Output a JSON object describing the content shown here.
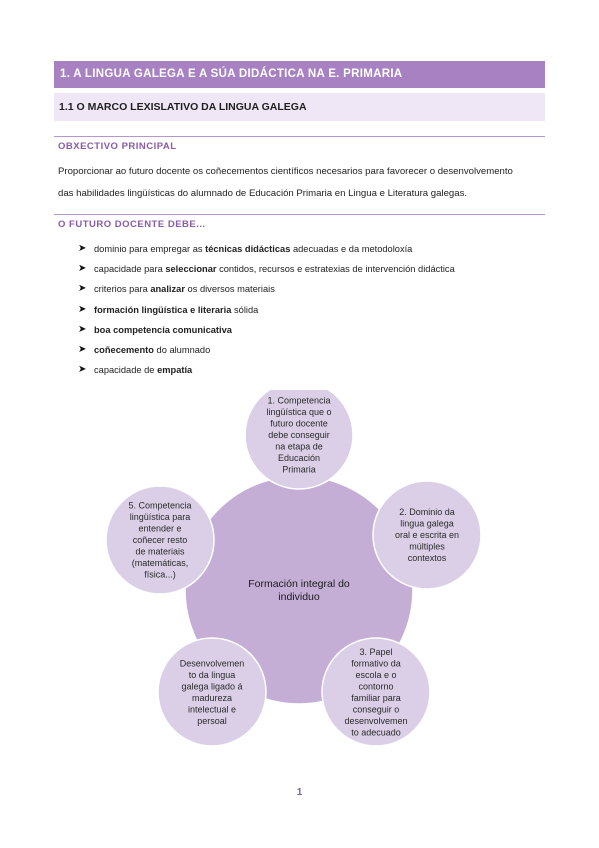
{
  "header": {
    "section_title": "1. A LINGUA GALEGA E A SÚA DIDÁCTICA NA E. PRIMARIA",
    "subsection_title": "1.1 O MARCO LEXISLATIVO DA LINGUA GALEGA"
  },
  "objective": {
    "label": "OBXECTIVO PRINCIPAL",
    "line1": "Proporcionar ao futuro docente os coñecementos científicos necesarios para favorecer o desenvolvemento",
    "line2": "das habilidades lingüísticas do alumnado de Educación Primaria en Lingua e Literatura galegas."
  },
  "future": {
    "label": "O FUTURO DOCENTE DEBE...",
    "items": [
      [
        {
          "t": "dominio para empregar as ",
          "b": false
        },
        {
          "t": "técnicas didácticas",
          "b": true
        },
        {
          "t": " adecuadas e da metodoloxía",
          "b": false
        }
      ],
      [
        {
          "t": "capacidade para ",
          "b": false
        },
        {
          "t": "seleccionar",
          "b": true
        },
        {
          "t": " contidos, recursos e estratexias de intervención didáctica",
          "b": false
        }
      ],
      [
        {
          "t": "criterios para ",
          "b": false
        },
        {
          "t": "analizar",
          "b": true
        },
        {
          "t": " os diversos materiais",
          "b": false
        }
      ],
      [
        {
          "t": "formación lingüística e literaria",
          "b": true
        },
        {
          "t": " sólida",
          "b": false
        }
      ],
      [
        {
          "t": "boa competencia comunicativa",
          "b": true
        }
      ],
      [
        {
          "t": "coñecemento",
          "b": true
        },
        {
          "t": " do alumnado",
          "b": false
        }
      ],
      [
        {
          "t": "capacidade de ",
          "b": false
        },
        {
          "t": "empatía",
          "b": true
        }
      ]
    ]
  },
  "diagram": {
    "center": [
      "Formación integral do",
      "individuo"
    ],
    "nodes": [
      [
        "1. Competencia",
        "lingüística que o",
        "futuro docente",
        "debe conseguir",
        "na etapa de",
        "Educación",
        "Primaria"
      ],
      [
        "2. Dominio da",
        "lingua galega",
        "oral e escrita en",
        "múltiples",
        "contextos"
      ],
      [
        "3. Papel",
        "formativo da",
        "escola e o",
        "contorno",
        "familiar para",
        "conseguir o",
        "desenvolvemen",
        "to adecuado"
      ],
      [
        "Desenvolvemen",
        "to da lingua",
        "galega ligado á",
        "madureza",
        "intelectual e",
        "persoal"
      ],
      [
        "5. Competencia",
        "lingüística para",
        "entender e",
        "coñecer resto",
        "de materiais",
        "(matemáticas,",
        "física...)"
      ]
    ],
    "colors": {
      "center": "#c4aed6",
      "satellite": "#dbcfe7",
      "stroke": "#ffffff"
    }
  },
  "page_number": "1"
}
